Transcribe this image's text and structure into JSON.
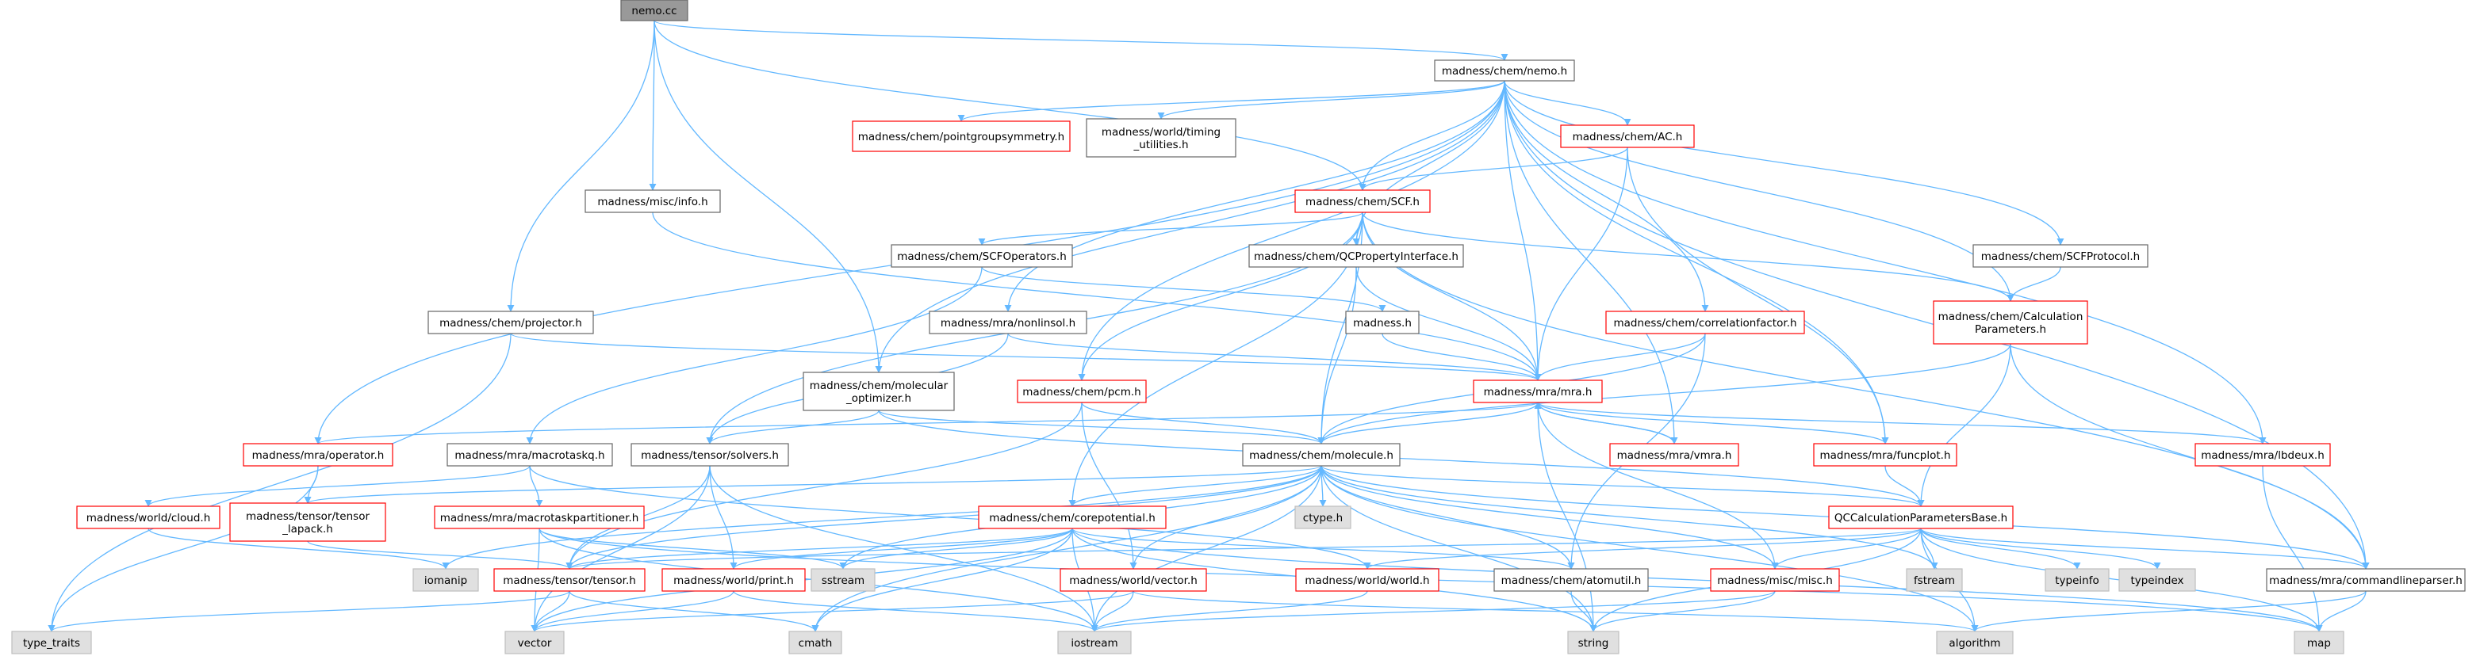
{
  "colors": {
    "edge": "#63b8ff",
    "normal_border": "#666666",
    "missing_border": "#ff0000",
    "system_border": "#bfbfbf",
    "system_fill": "#e0e0e0",
    "root_fill": "#999999",
    "root_border": "#666666",
    "text": "#000000"
  },
  "nodes": [
    {
      "id": "nemo_cc",
      "label": "nemo.cc",
      "kind": "root"
    },
    {
      "id": "nemo_h",
      "label": "madness/chem/nemo.h",
      "kind": "normal"
    },
    {
      "id": "pointgroup",
      "label": "madness/chem/pointgroupsymmetry.h",
      "kind": "missing"
    },
    {
      "id": "timing",
      "label": "madness/world/timing\n_utilities.h",
      "kind": "normal"
    },
    {
      "id": "ac",
      "label": "madness/chem/AC.h",
      "kind": "missing"
    },
    {
      "id": "info",
      "label": "madness/misc/info.h",
      "kind": "normal"
    },
    {
      "id": "scf",
      "label": "madness/chem/SCF.h",
      "kind": "missing"
    },
    {
      "id": "scfops",
      "label": "madness/chem/SCFOperators.h",
      "kind": "normal"
    },
    {
      "id": "qcprop",
      "label": "madness/chem/QCPropertyInterface.h",
      "kind": "normal"
    },
    {
      "id": "scfproto",
      "label": "madness/chem/SCFProtocol.h",
      "kind": "normal"
    },
    {
      "id": "projector",
      "label": "madness/chem/projector.h",
      "kind": "normal"
    },
    {
      "id": "nonlinsol",
      "label": "madness/mra/nonlinsol.h",
      "kind": "normal"
    },
    {
      "id": "madness_h",
      "label": "madness.h",
      "kind": "normal"
    },
    {
      "id": "corrfac",
      "label": "madness/chem/correlationfactor.h",
      "kind": "missing"
    },
    {
      "id": "calcparams",
      "label": "madness/chem/Calculation\nParameters.h",
      "kind": "missing"
    },
    {
      "id": "molopt",
      "label": "madness/chem/molecular\n_optimizer.h",
      "kind": "normal"
    },
    {
      "id": "pcm",
      "label": "madness/chem/pcm.h",
      "kind": "missing"
    },
    {
      "id": "mra",
      "label": "madness/mra/mra.h",
      "kind": "missing"
    },
    {
      "id": "operator",
      "label": "madness/mra/operator.h",
      "kind": "missing"
    },
    {
      "id": "macrotaskq",
      "label": "madness/mra/macrotaskq.h",
      "kind": "normal"
    },
    {
      "id": "solvers",
      "label": "madness/tensor/solvers.h",
      "kind": "normal"
    },
    {
      "id": "molecule",
      "label": "madness/chem/molecule.h",
      "kind": "normal"
    },
    {
      "id": "vmra",
      "label": "madness/mra/vmra.h",
      "kind": "missing"
    },
    {
      "id": "funcplot",
      "label": "madness/mra/funcplot.h",
      "kind": "missing"
    },
    {
      "id": "lbdeux",
      "label": "madness/mra/lbdeux.h",
      "kind": "missing"
    },
    {
      "id": "cloud",
      "label": "madness/world/cloud.h",
      "kind": "missing"
    },
    {
      "id": "tlapack",
      "label": "madness/tensor/tensor\n_lapack.h",
      "kind": "missing"
    },
    {
      "id": "mtpart",
      "label": "madness/mra/macrotaskpartitioner.h",
      "kind": "missing"
    },
    {
      "id": "corepot",
      "label": "madness/chem/corepotential.h",
      "kind": "missing"
    },
    {
      "id": "ctype",
      "label": "ctype.h",
      "kind": "system"
    },
    {
      "id": "qcbase",
      "label": "QCCalculationParametersBase.h",
      "kind": "missing"
    },
    {
      "id": "iomanip",
      "label": "iomanip",
      "kind": "system"
    },
    {
      "id": "tensor",
      "label": "madness/tensor/tensor.h",
      "kind": "missing"
    },
    {
      "id": "print",
      "label": "madness/world/print.h",
      "kind": "missing"
    },
    {
      "id": "sstream",
      "label": "sstream",
      "kind": "system"
    },
    {
      "id": "wvector",
      "label": "madness/world/vector.h",
      "kind": "missing"
    },
    {
      "id": "world",
      "label": "madness/world/world.h",
      "kind": "missing"
    },
    {
      "id": "atomutil",
      "label": "madness/chem/atomutil.h",
      "kind": "normal"
    },
    {
      "id": "misc",
      "label": "madness/misc/misc.h",
      "kind": "missing"
    },
    {
      "id": "fstream",
      "label": "fstream",
      "kind": "system"
    },
    {
      "id": "typeinfo",
      "label": "typeinfo",
      "kind": "system"
    },
    {
      "id": "typeindex",
      "label": "typeindex",
      "kind": "system"
    },
    {
      "id": "cmdparser",
      "label": "madness/mra/commandlineparser.h",
      "kind": "normal"
    },
    {
      "id": "type_traits",
      "label": "type_traits",
      "kind": "system"
    },
    {
      "id": "vector",
      "label": "vector",
      "kind": "system"
    },
    {
      "id": "cmath",
      "label": "cmath",
      "kind": "system"
    },
    {
      "id": "iostream",
      "label": "iostream",
      "kind": "system"
    },
    {
      "id": "string",
      "label": "string",
      "kind": "system"
    },
    {
      "id": "algorithm",
      "label": "algorithm",
      "kind": "system"
    },
    {
      "id": "map",
      "label": "map",
      "kind": "system"
    }
  ],
  "edges": [
    [
      "nemo_cc",
      "nemo_h"
    ],
    [
      "nemo_cc",
      "info"
    ],
    [
      "nemo_cc",
      "scf"
    ],
    [
      "nemo_cc",
      "projector"
    ],
    [
      "nemo_cc",
      "molopt"
    ],
    [
      "nemo_h",
      "pointgroup"
    ],
    [
      "nemo_h",
      "timing"
    ],
    [
      "nemo_h",
      "ac"
    ],
    [
      "nemo_h",
      "scf"
    ],
    [
      "nemo_h",
      "qcprop"
    ],
    [
      "nemo_h",
      "scfproto"
    ],
    [
      "nemo_h",
      "nonlinsol"
    ],
    [
      "nemo_h",
      "corrfac"
    ],
    [
      "nemo_h",
      "calcparams"
    ],
    [
      "nemo_h",
      "molopt"
    ],
    [
      "nemo_h",
      "pcm"
    ],
    [
      "nemo_h",
      "mra"
    ],
    [
      "nemo_h",
      "operator"
    ],
    [
      "nemo_h",
      "vmra"
    ],
    [
      "nemo_h",
      "funcplot"
    ],
    [
      "nemo_h",
      "lbdeux"
    ],
    [
      "nemo_h",
      "cmdparser"
    ],
    [
      "ac",
      "scf"
    ],
    [
      "ac",
      "mra"
    ],
    [
      "ac",
      "funcplot"
    ],
    [
      "info",
      "mra"
    ],
    [
      "scf",
      "scfops"
    ],
    [
      "scf",
      "qcprop"
    ],
    [
      "scf",
      "calcparams"
    ],
    [
      "scf",
      "pcm"
    ],
    [
      "scf",
      "mra"
    ],
    [
      "scf",
      "molecule"
    ],
    [
      "scf",
      "solvers"
    ],
    [
      "scf",
      "corepot"
    ],
    [
      "scf",
      "cmdparser"
    ],
    [
      "scfops",
      "madness_h"
    ],
    [
      "scfops",
      "macrotaskq"
    ],
    [
      "qcprop",
      "mra"
    ],
    [
      "qcprop",
      "molecule"
    ],
    [
      "scfproto",
      "calcparams"
    ],
    [
      "projector",
      "mra"
    ],
    [
      "projector",
      "type_traits"
    ],
    [
      "nonlinsol",
      "mra"
    ],
    [
      "nonlinsol",
      "solvers"
    ],
    [
      "madness_h",
      "mra"
    ],
    [
      "corrfac",
      "mra"
    ],
    [
      "corrfac",
      "molecule"
    ],
    [
      "corrfac",
      "atomutil"
    ],
    [
      "calcparams",
      "molecule"
    ],
    [
      "calcparams",
      "qcbase"
    ],
    [
      "calcparams",
      "cmdparser"
    ],
    [
      "molopt",
      "molecule"
    ],
    [
      "molopt",
      "solvers"
    ],
    [
      "molopt",
      "qcbase"
    ],
    [
      "pcm",
      "molecule"
    ],
    [
      "pcm",
      "wvector"
    ],
    [
      "pcm",
      "tensor"
    ],
    [
      "mra",
      "operator"
    ],
    [
      "mra",
      "vmra"
    ],
    [
      "mra",
      "funcplot"
    ],
    [
      "mra",
      "lbdeux"
    ],
    [
      "mra",
      "molecule"
    ],
    [
      "mra",
      "misc"
    ],
    [
      "mra",
      "string"
    ],
    [
      "operator",
      "tlapack"
    ],
    [
      "operator",
      "type_traits"
    ],
    [
      "macrotaskq",
      "cloud"
    ],
    [
      "macrotaskq",
      "mtpart"
    ],
    [
      "macrotaskq",
      "world"
    ],
    [
      "solvers",
      "tensor"
    ],
    [
      "solvers",
      "print"
    ],
    [
      "solvers",
      "iostream"
    ],
    [
      "solvers",
      "vector"
    ],
    [
      "molecule",
      "ctype"
    ],
    [
      "molecule",
      "qcbase"
    ],
    [
      "molecule",
      "corepot"
    ],
    [
      "molecule",
      "tensor"
    ],
    [
      "molecule",
      "wvector"
    ],
    [
      "molecule",
      "atomutil"
    ],
    [
      "molecule",
      "misc"
    ],
    [
      "molecule",
      "iomanip"
    ],
    [
      "molecule",
      "sstream"
    ],
    [
      "molecule",
      "fstream"
    ],
    [
      "molecule",
      "cmath"
    ],
    [
      "molecule",
      "iostream"
    ],
    [
      "molecule",
      "string"
    ],
    [
      "molecule",
      "algorithm"
    ],
    [
      "molecule",
      "cmdparser"
    ],
    [
      "molecule",
      "tlapack"
    ],
    [
      "vmra",
      "mra"
    ],
    [
      "funcplot",
      "qcbase"
    ],
    [
      "lbdeux",
      "map"
    ],
    [
      "cloud",
      "iomanip"
    ],
    [
      "tlapack",
      "tensor"
    ],
    [
      "mtpart",
      "vector"
    ],
    [
      "mtpart",
      "iostream"
    ],
    [
      "mtpart",
      "sstream"
    ],
    [
      "mtpart",
      "map"
    ],
    [
      "corepot",
      "tensor"
    ],
    [
      "corepot",
      "atomutil"
    ],
    [
      "corepot",
      "print"
    ],
    [
      "corepot",
      "sstream"
    ],
    [
      "corepot",
      "vector"
    ],
    [
      "corepot",
      "cmath"
    ],
    [
      "corepot",
      "iostream"
    ],
    [
      "corepot",
      "string"
    ],
    [
      "corepot",
      "map"
    ],
    [
      "qcbase",
      "world"
    ],
    [
      "qcbase",
      "misc"
    ],
    [
      "qcbase",
      "fstream"
    ],
    [
      "qcbase",
      "typeinfo"
    ],
    [
      "qcbase",
      "typeindex"
    ],
    [
      "qcbase",
      "cmdparser"
    ],
    [
      "qcbase",
      "tensor"
    ],
    [
      "qcbase",
      "string"
    ],
    [
      "qcbase",
      "algorithm"
    ],
    [
      "qcbase",
      "map"
    ],
    [
      "tensor",
      "vector"
    ],
    [
      "tensor",
      "cmath"
    ],
    [
      "tensor",
      "type_traits"
    ],
    [
      "print",
      "vector"
    ],
    [
      "print",
      "iostream"
    ],
    [
      "wvector",
      "vector"
    ],
    [
      "wvector",
      "iostream"
    ],
    [
      "wvector",
      "algorithm"
    ],
    [
      "world",
      "iostream"
    ],
    [
      "atomutil",
      "string"
    ],
    [
      "misc",
      "string"
    ],
    [
      "misc",
      "iostream"
    ],
    [
      "cmdparser",
      "map"
    ],
    [
      "cmdparser",
      "algorithm"
    ]
  ]
}
